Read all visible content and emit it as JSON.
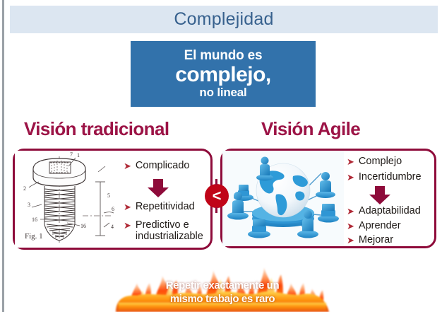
{
  "slide": {
    "title": "Complejidad",
    "title_color": "#37618e",
    "title_bg": "#dce6f1",
    "accent_color": "#8e0b3a",
    "blue_box_color": "#3272ab",
    "badge_color": "#c00418"
  },
  "statement": {
    "line1": "El mundo es",
    "line2": "complejo,",
    "line3": "no lineal"
  },
  "columns": {
    "left": {
      "heading": "Visión tradicional",
      "image_alt": "patent-drawing-screw",
      "figure_label": "Fig. 1",
      "callouts": [
        "1",
        "2",
        "3",
        "4",
        "5",
        "6",
        "7",
        "16",
        "16"
      ],
      "bullets": [
        {
          "text": "Complicado"
        },
        {
          "text": "Repetitividad"
        },
        {
          "text": "Predictivo e",
          "text2": "industrializable"
        }
      ],
      "arrow_after_index": 0
    },
    "right": {
      "heading": "Visión Agile",
      "image_alt": "global-network-people-laptops",
      "bullets": [
        {
          "text": "Complejo"
        },
        {
          "text": "Incertidumbre"
        },
        {
          "text": "Adaptabilidad"
        },
        {
          "text": "Aprender"
        },
        {
          "text": "Mejorar"
        }
      ],
      "arrow_after_index": 1
    }
  },
  "comparator": {
    "symbol": "<"
  },
  "fire_banner": {
    "line1": "Repetir exactamente un",
    "line2": "mismo trabajo es raro"
  }
}
